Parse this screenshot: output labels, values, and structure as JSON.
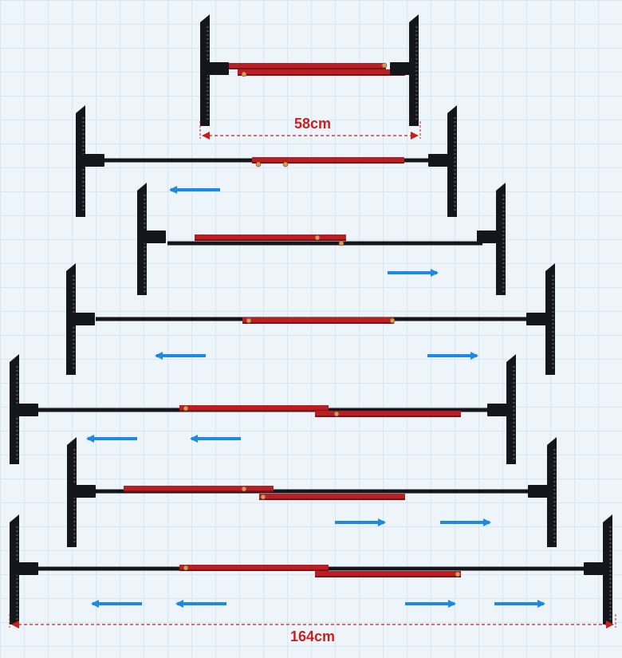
{
  "dimensions": {
    "min": {
      "label": "58cm"
    },
    "max": {
      "label": "164cm"
    }
  },
  "colors": {
    "rod": "#15161b",
    "rail": "#b81e22",
    "rail_dark": "#7d1114",
    "arrow": "#1e88e5",
    "dimension": "#c6201e",
    "pin": "#d99a55"
  },
  "icons": [
    "left-arrow-icon",
    "right-arrow-icon"
  ],
  "configurations": [
    {
      "name": "collapsed",
      "arrows": []
    },
    {
      "name": "extend-left",
      "arrows": [
        "left"
      ]
    },
    {
      "name": "extend-right",
      "arrows": [
        "right"
      ]
    },
    {
      "name": "extend-both",
      "arrows": [
        "left",
        "right"
      ]
    },
    {
      "name": "extend-left-double",
      "arrows": [
        "left",
        "left"
      ]
    },
    {
      "name": "extend-right-double",
      "arrows": [
        "right",
        "right"
      ]
    },
    {
      "name": "extend-both-double",
      "arrows": [
        "left",
        "left",
        "right",
        "right"
      ]
    }
  ]
}
